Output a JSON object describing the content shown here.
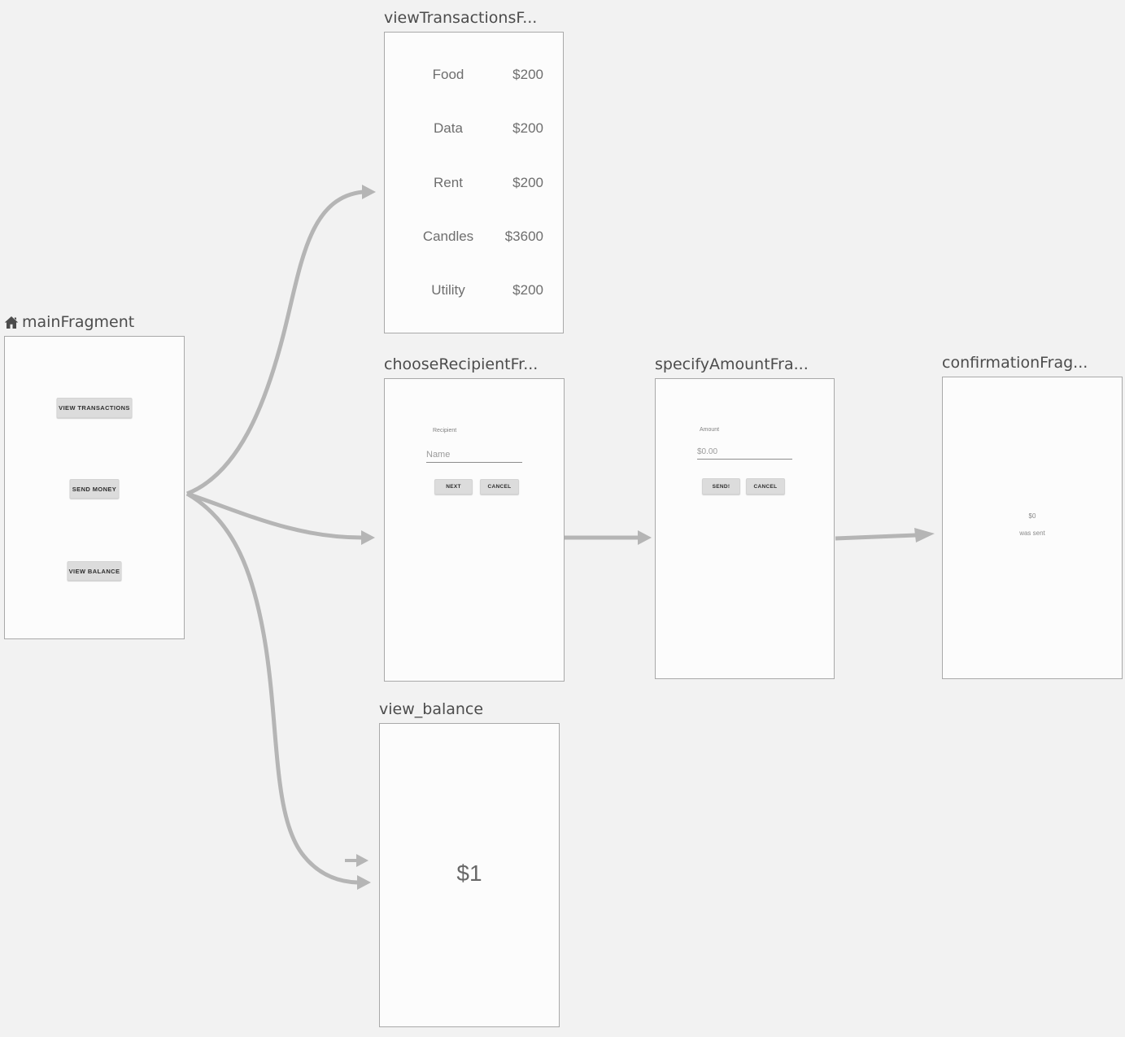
{
  "colors": {
    "canvas_bg": "#f2f2f2",
    "card_bg": "#fcfcfc",
    "card_border": "#a9a9a9",
    "arrow": "#b5b5b5",
    "title_text": "#4c4c4c",
    "button_bg": "#dcdcdc"
  },
  "fragments": {
    "viewTransactions": {
      "title": "viewTransactionsF...",
      "rows": [
        {
          "label": "Food",
          "amount": "$200"
        },
        {
          "label": "Data",
          "amount": "$200"
        },
        {
          "label": "Rent",
          "amount": "$200"
        },
        {
          "label": "Candles",
          "amount": "$3600"
        },
        {
          "label": "Utility",
          "amount": "$200"
        }
      ]
    },
    "main": {
      "title": "mainFragment",
      "buttons": {
        "view_transactions": "VIEW TRANSACTIONS",
        "send_money": "SEND MONEY",
        "view_balance": "VIEW BALANCE"
      }
    },
    "chooseRecipient": {
      "title": "chooseRecipientFr...",
      "field_label": "Recipient",
      "input_placeholder": "Name",
      "next_button": "NEXT",
      "cancel_button": "CANCEL"
    },
    "specifyAmount": {
      "title": "specifyAmountFra...",
      "field_label": "Amount",
      "input_placeholder": "$0.00",
      "send_button": "SEND!",
      "cancel_button": "CANCEL"
    },
    "confirmation": {
      "title": "confirmationFrag...",
      "amount": "$0",
      "message": "was sent"
    },
    "viewBalance": {
      "title": "view_balance",
      "balance": "$1"
    }
  }
}
